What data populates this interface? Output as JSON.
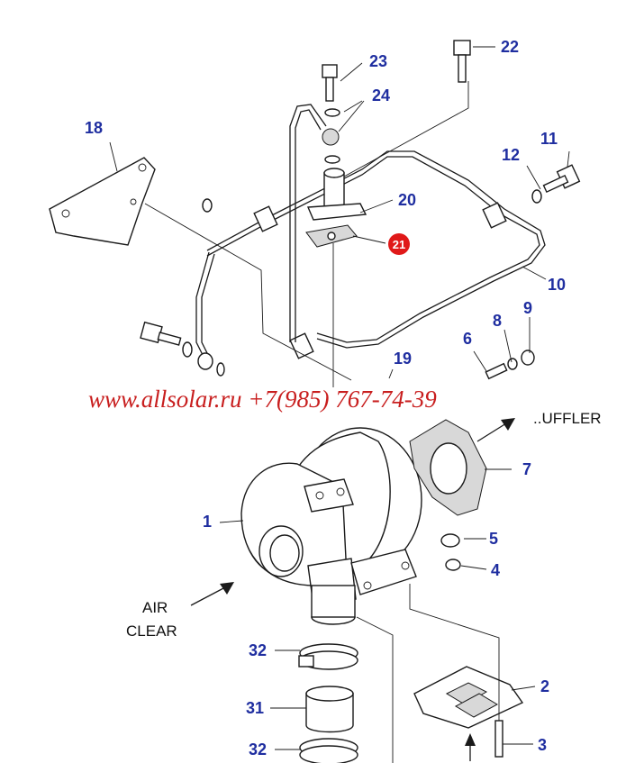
{
  "colors": {
    "callout_number": "#1f2ea0",
    "highlight_badge": "#e01919",
    "watermark": "#c81e1e",
    "line": "#1a1a1a"
  },
  "watermark": "www.allsolar.ru +7(985) 767-74-39",
  "flow_labels": {
    "muffler": "..UFFLER",
    "air_line1": "AIR",
    "air_line2": "CLEAR"
  },
  "callouts": [
    {
      "id": "c22",
      "text": "22"
    },
    {
      "id": "c23",
      "text": "23"
    },
    {
      "id": "c24",
      "text": "24"
    },
    {
      "id": "c18",
      "text": "18"
    },
    {
      "id": "c11",
      "text": "11"
    },
    {
      "id": "c12",
      "text": "12"
    },
    {
      "id": "c20",
      "text": "20"
    },
    {
      "id": "c10",
      "text": "10"
    },
    {
      "id": "c9",
      "text": "9"
    },
    {
      "id": "c8",
      "text": "8"
    },
    {
      "id": "c6",
      "text": "6"
    },
    {
      "id": "c19",
      "text": "19"
    },
    {
      "id": "c7",
      "text": "7"
    },
    {
      "id": "c1",
      "text": "1"
    },
    {
      "id": "c5",
      "text": "5"
    },
    {
      "id": "c4",
      "text": "4"
    },
    {
      "id": "c32a",
      "text": "32"
    },
    {
      "id": "c2",
      "text": "2"
    },
    {
      "id": "c31",
      "text": "31"
    },
    {
      "id": "c3",
      "text": "3"
    },
    {
      "id": "c32b",
      "text": "32"
    }
  ],
  "highlighted_callout": {
    "text": "21"
  }
}
